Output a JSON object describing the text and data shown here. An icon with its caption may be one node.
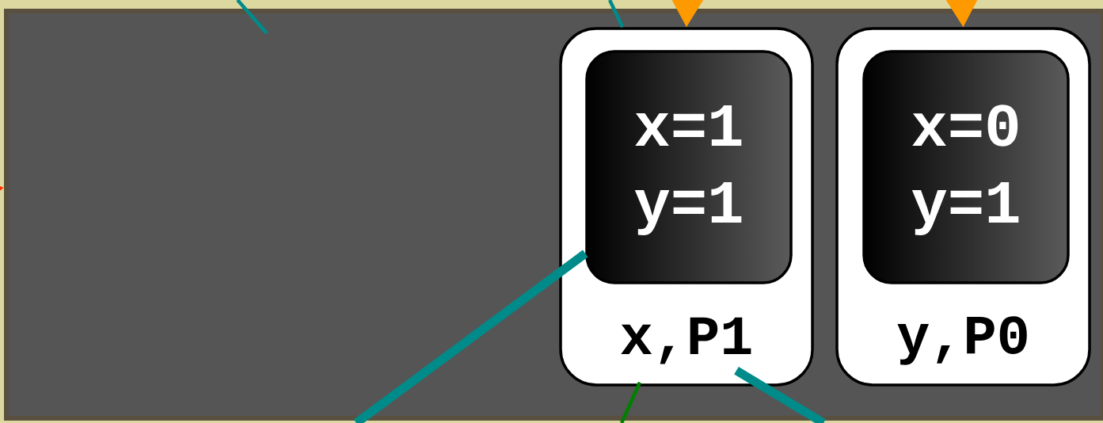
{
  "diagram": {
    "nodes": [
      {
        "text": [],
        "shape": "box"
      },
      {
        "text": [
          "x,P1"
        ],
        "in": 0
      },
      {
        "text": [
          "x=1",
          "y=1"
        ],
        "in": 1
      },
      {
        "text": [
          "y,P0"
        ],
        "in": 0
      },
      {
        "text": [
          "x=0",
          "y=1"
        ],
        "in": 3
      }
    ],
    "edges": [
      {
        "from": null,
        "to": 1,
        "arrow": "to",
        "color": "#ff9900"
      },
      {
        "from": null,
        "to": 3,
        "arrow": "to",
        "color": "#ff9900"
      },
      {
        "from": null,
        "to": 0,
        "arrow": "none"
      },
      {
        "from": null,
        "to": 1,
        "arrow": "none"
      },
      {
        "from": null,
        "to": 0,
        "arrow": "to",
        "color": "#ff3300"
      },
      {
        "from": 2,
        "to": null,
        "arrow": "none",
        "style": "thick"
      },
      {
        "from": 1,
        "to": null,
        "arrow": "none",
        "color": "#008000"
      },
      {
        "from": 1,
        "to": null,
        "arrow": "none",
        "style": "thick"
      }
    ]
  }
}
